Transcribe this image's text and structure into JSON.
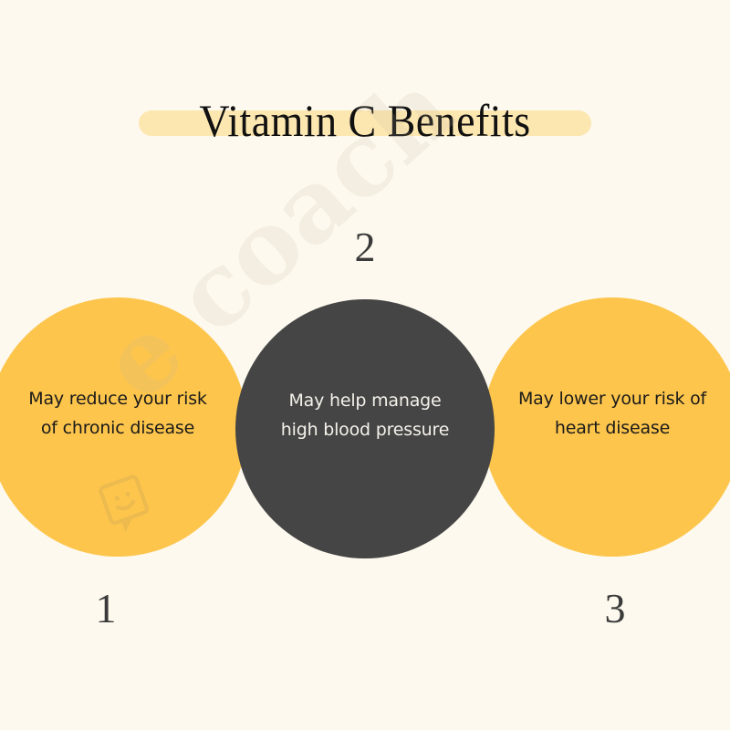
{
  "header": {
    "title": "Vitamin C Benefits"
  },
  "colors": {
    "background": "#fdf9ee",
    "title_highlight": "#fde7b1",
    "yellow_circle": "#fdc54c",
    "dark_circle": "#454545",
    "number_text": "#3a3a3a"
  },
  "benefits": [
    {
      "number": "1",
      "text": "May reduce your risk of chronic disease",
      "style": "yellow"
    },
    {
      "number": "2",
      "text": "May help manage high blood pressure",
      "style": "dark"
    },
    {
      "number": "3",
      "text": "May lower your risk of heart disease",
      "style": "yellow"
    }
  ],
  "watermark": {
    "text": "e     coach",
    "icon": "smiley-note-icon"
  }
}
